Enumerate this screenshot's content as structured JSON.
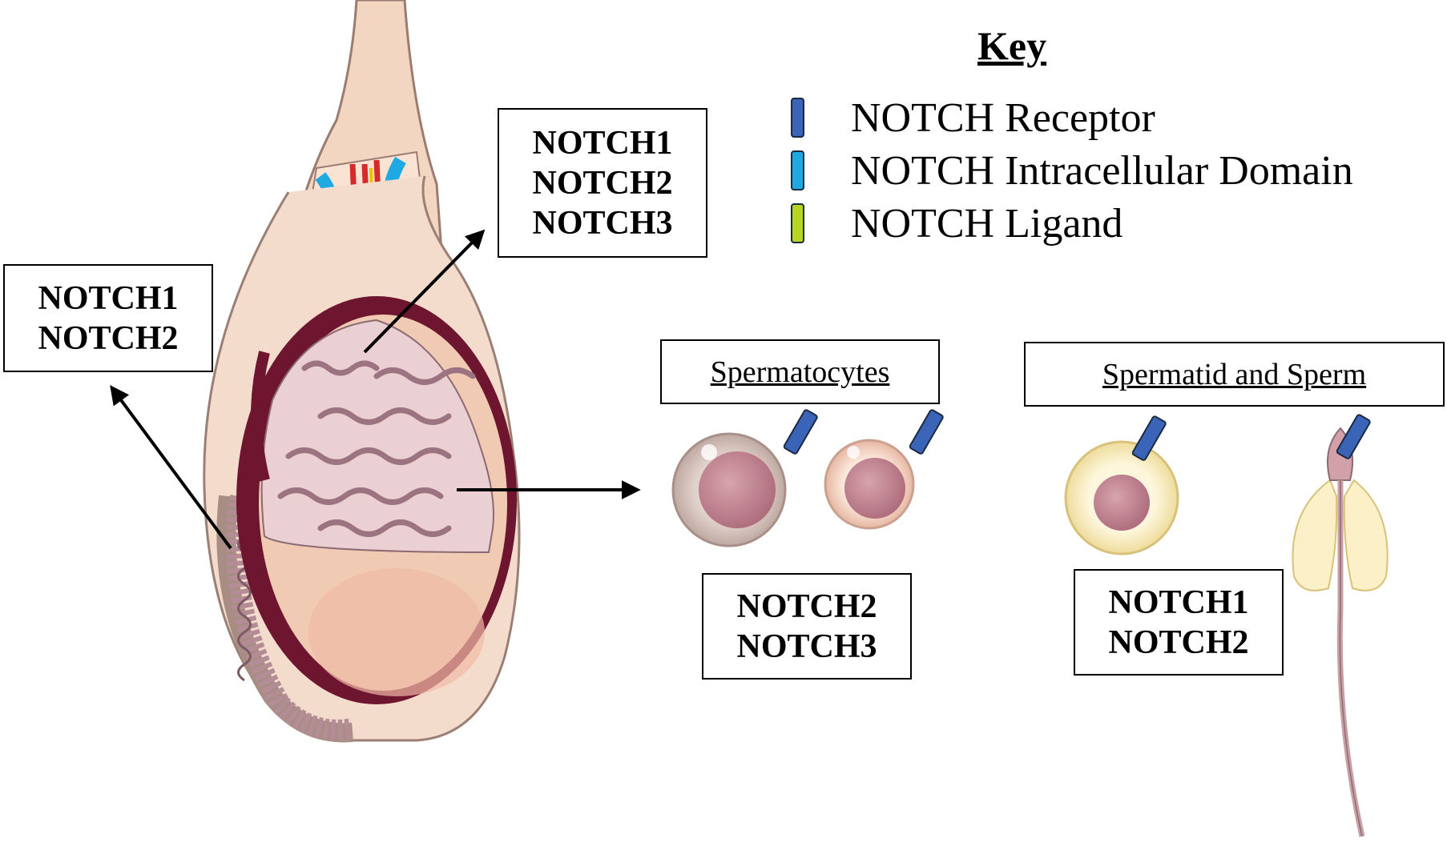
{
  "key": {
    "title": "Key",
    "items": [
      {
        "label": "NOTCH Receptor",
        "color": "#3a64b8"
      },
      {
        "label": "NOTCH Intracellular Domain",
        "color": "#1fa9e3"
      },
      {
        "label": "NOTCH Ligand",
        "color": "#b8d320"
      }
    ]
  },
  "labels": {
    "epididymis": {
      "line1": "NOTCH1",
      "line2": "NOTCH2"
    },
    "testis_top": {
      "line1": "NOTCH1",
      "line2": "NOTCH2",
      "line3": "NOTCH3"
    },
    "spermatocytes": {
      "title": "Spermatocytes",
      "line1": "NOTCH2",
      "line2": "NOTCH3"
    },
    "spermatid": {
      "title": "Spermatid and Sperm",
      "line1": "NOTCH1",
      "line2": "NOTCH2"
    }
  },
  "colors": {
    "receptor": "#3a64b8",
    "intracellular": "#1fa9e3",
    "ligand": "#b8d320",
    "tunica": "#6e1530",
    "skin": "#f3d6c2",
    "tubule": "#b48c95"
  }
}
